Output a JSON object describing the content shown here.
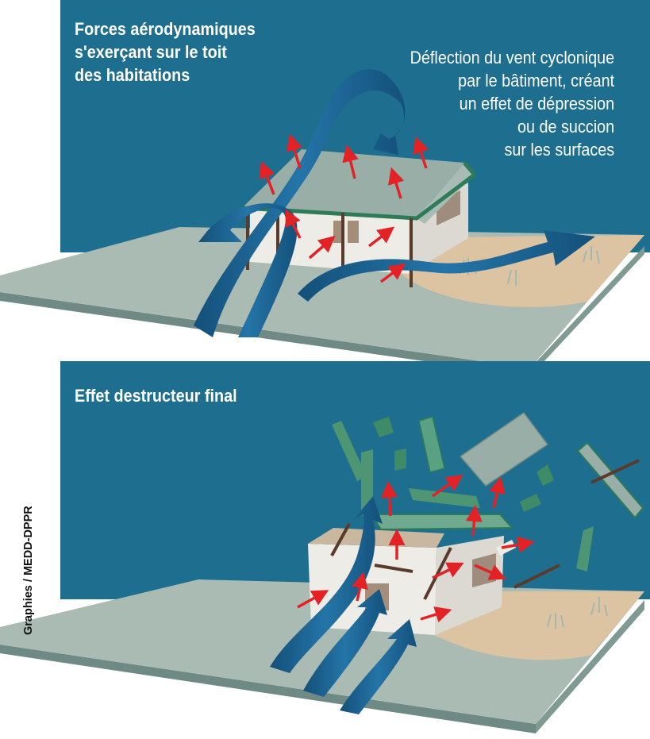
{
  "top_panel": {
    "title_lines": [
      "Forces aérodynamiques",
      "s'exerçant sur le toit",
      "des habitations"
    ],
    "note_lines": [
      "Déflection du vent cyclonique",
      "par le bâtiment, créant",
      "un effet de dépression",
      "ou de succion",
      "sur les surfaces"
    ]
  },
  "bottom_panel": {
    "title": "Effet destructeur final"
  },
  "credit": "Graphies / MEDD-DPPR",
  "colors": {
    "sky": "#1e6e8f",
    "ground": "#a9bbb3",
    "sand": "#dcc3a2",
    "roof": "#98aea6",
    "roof_edge": "#2d7b58",
    "wall": "#eeece6",
    "wind_arrow": "#1d5f8c",
    "force_arrow": "#e32226",
    "post": "#5a3a2a"
  },
  "icons": {
    "wind": "wind-arrow-icon",
    "force": "pressure-arrow-icon",
    "house": "house-icon",
    "debris": "debris-icon"
  }
}
